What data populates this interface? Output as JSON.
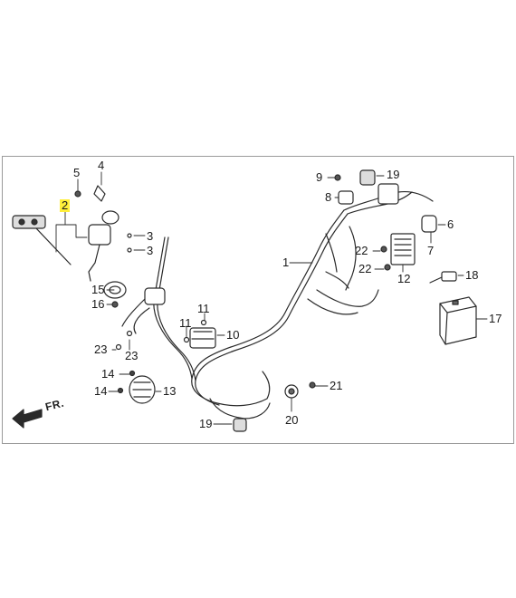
{
  "diagram": {
    "direction_label": "FR.",
    "callouts": [
      {
        "id": "c2",
        "text": "2",
        "highlight": true
      },
      {
        "id": "c5",
        "text": "5"
      },
      {
        "id": "c4",
        "text": "4"
      },
      {
        "id": "c3a",
        "text": "3"
      },
      {
        "id": "c3b",
        "text": "3"
      },
      {
        "id": "c15",
        "text": "15"
      },
      {
        "id": "c16",
        "text": "16"
      },
      {
        "id": "c11a",
        "text": "11"
      },
      {
        "id": "c11b",
        "text": "11"
      },
      {
        "id": "c10",
        "text": "10"
      },
      {
        "id": "c23a",
        "text": "23"
      },
      {
        "id": "c23b",
        "text": "23"
      },
      {
        "id": "c14a",
        "text": "14"
      },
      {
        "id": "c14b",
        "text": "14"
      },
      {
        "id": "c13",
        "text": "13"
      },
      {
        "id": "c19a",
        "text": "19"
      },
      {
        "id": "c1",
        "text": "1"
      },
      {
        "id": "c9",
        "text": "9"
      },
      {
        "id": "c19b",
        "text": "19"
      },
      {
        "id": "c8",
        "text": "8"
      },
      {
        "id": "c6",
        "text": "6"
      },
      {
        "id": "c7",
        "text": "7"
      },
      {
        "id": "c22a",
        "text": "22"
      },
      {
        "id": "c22b",
        "text": "22"
      },
      {
        "id": "c12",
        "text": "12"
      },
      {
        "id": "c18",
        "text": "18"
      },
      {
        "id": "c17",
        "text": "17"
      },
      {
        "id": "c21",
        "text": "21"
      },
      {
        "id": "c20",
        "text": "20"
      }
    ]
  }
}
